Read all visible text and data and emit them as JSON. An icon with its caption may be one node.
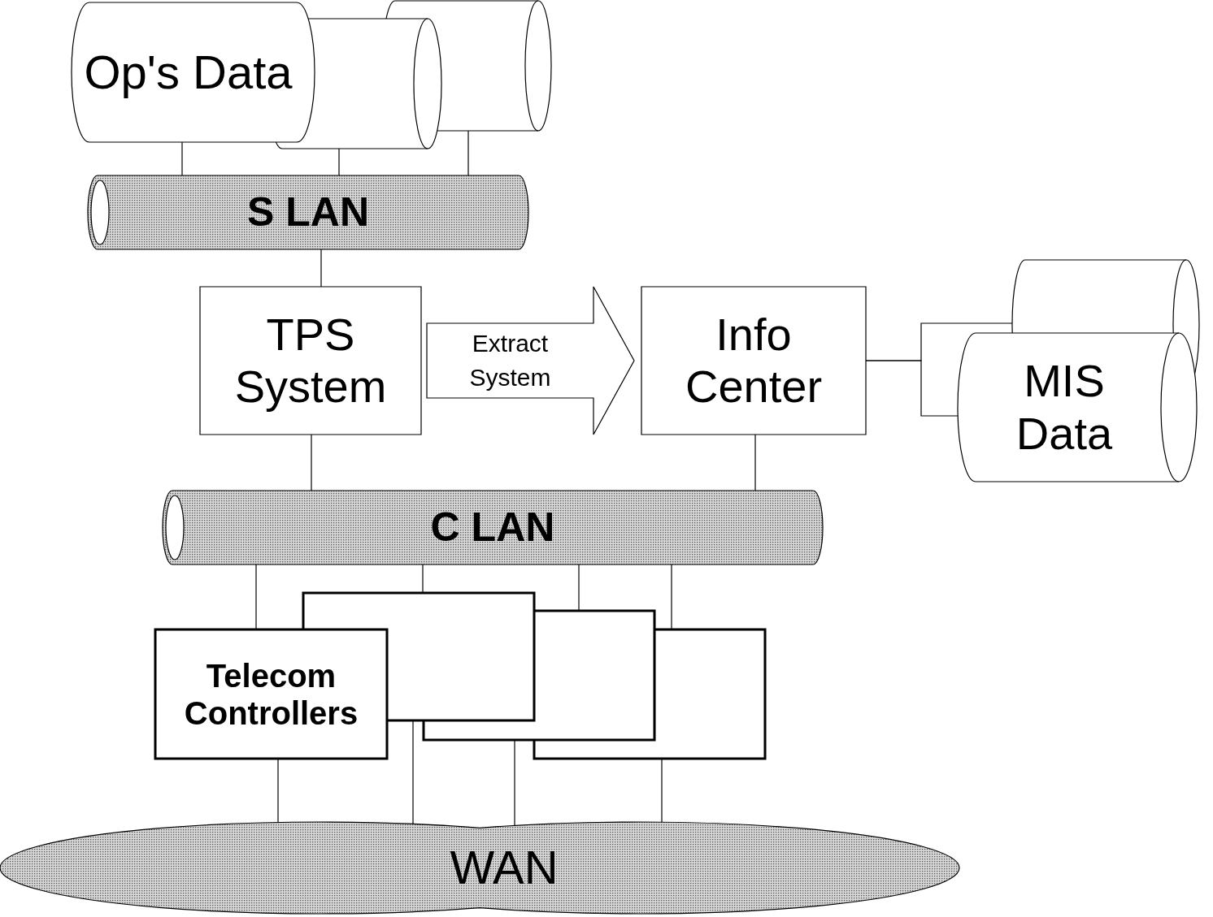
{
  "diagram": {
    "nodes": [
      {
        "text": [
          "Op's Data"
        ]
      },
      {
        "text": [],
        "shape": "cylinder"
      },
      {
        "text": [],
        "shape": "cylinder"
      },
      {
        "text": [
          "S LAN"
        ]
      },
      {
        "text": [
          "TPS System"
        ]
      },
      {
        "text": [
          "Info Center"
        ]
      },
      {
        "text": [],
        "shape": "cylinder"
      },
      {
        "text": [
          "MIS Data"
        ]
      },
      {
        "text": [
          "C LAN"
        ]
      },
      {
        "text": [
          "Telecom Controllers"
        ]
      },
      {
        "text": [],
        "shape": "box"
      },
      {
        "text": [],
        "shape": "box"
      },
      {
        "text": [],
        "shape": "box"
      },
      {
        "text": [
          "WAN"
        ]
      }
    ],
    "edges": [
      {
        "from": 0,
        "to": 3,
        "arrow": "none"
      },
      {
        "from": 1,
        "to": 3,
        "arrow": "none"
      },
      {
        "from": 2,
        "to": 3,
        "arrow": "none"
      },
      {
        "from": 3,
        "to": 4,
        "arrow": "none"
      },
      {
        "from": 4,
        "to": 5,
        "arrow": "to",
        "label": "Extract System",
        "style": "thick"
      },
      {
        "from": 5,
        "to": 6,
        "arrow": "none"
      },
      {
        "from": 5,
        "to": 7,
        "arrow": "none"
      },
      {
        "from": 4,
        "to": 8,
        "arrow": "none"
      },
      {
        "from": 5,
        "to": 8,
        "arrow": "none"
      },
      {
        "from": 8,
        "to": 9,
        "arrow": "none"
      },
      {
        "from": 8,
        "to": 10,
        "arrow": "none"
      },
      {
        "from": 8,
        "to": 11,
        "arrow": "none"
      },
      {
        "from": 8,
        "to": 12,
        "arrow": "none"
      },
      {
        "from": 9,
        "to": 13,
        "arrow": "none"
      },
      {
        "from": 10,
        "to": 13,
        "arrow": "none"
      },
      {
        "from": 11,
        "to": 13,
        "arrow": "none"
      },
      {
        "from": 12,
        "to": 13,
        "arrow": "none"
      }
    ]
  }
}
